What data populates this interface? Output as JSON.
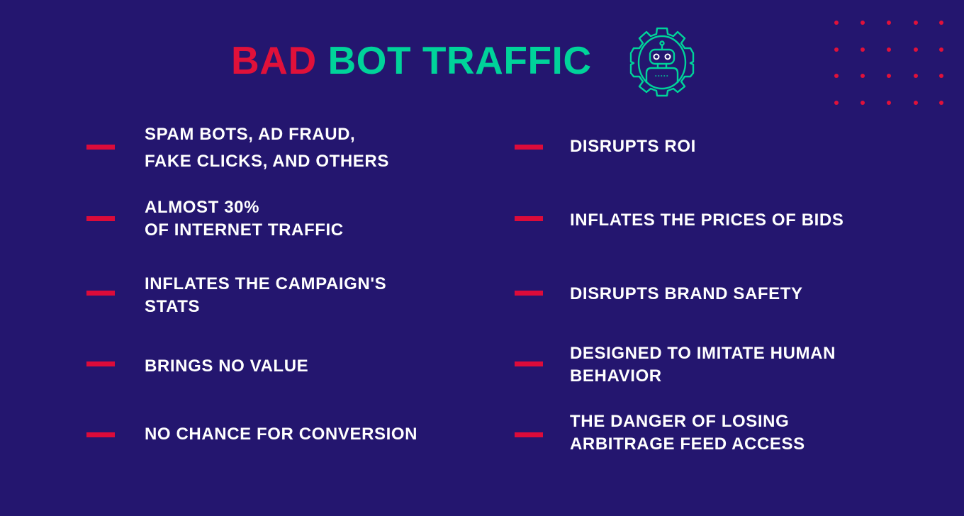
{
  "title": {
    "word1": "BAD",
    "word2": "BOT TRAFFIC"
  },
  "icons": {
    "robot": "robot-gear-icon",
    "dots": "dot-grid-decoration"
  },
  "colors": {
    "background": "#24166f",
    "accent_red": "#e0113a",
    "accent_green": "#00d39a",
    "text": "#ffffff"
  },
  "left_column": [
    {
      "line1": "SPAM BOTS, AD FRAUD,",
      "line2": "FAKE CLICKS, AND OTHERS"
    },
    {
      "line1": "ALMOST 30%",
      "line2": "OF INTERNET TRAFFIC"
    },
    {
      "line1": "INFLATES THE CAMPAIGN'S",
      "line2": "STATS"
    },
    {
      "line1": "BRINGS NO VALUE"
    },
    {
      "line1": "NO CHANCE FOR CONVERSION"
    }
  ],
  "right_column": [
    {
      "line1": "DISRUPTS ROI"
    },
    {
      "line1": "INFLATES THE PRICES OF BIDS"
    },
    {
      "line1": "DISRUPTS BRAND SAFETY"
    },
    {
      "line1": "DESIGNED TO IMITATE HUMAN",
      "line2": "BEHAVIOR"
    },
    {
      "line1": "THE DANGER OF LOSING",
      "line2": "ARBITRAGE FEED ACCESS"
    }
  ]
}
